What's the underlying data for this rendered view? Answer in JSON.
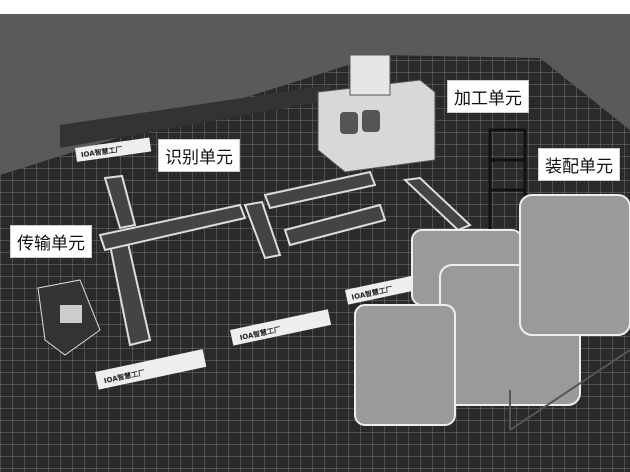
{
  "labels": {
    "processing": "加工单元",
    "recognition": "识别单元",
    "assembly": "装配单元",
    "transport": "传输单元"
  },
  "sign_text": "IOA智慧工厂"
}
